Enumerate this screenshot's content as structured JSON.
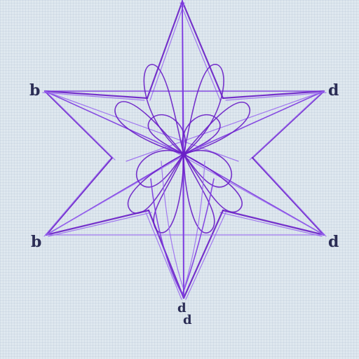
{
  "diagram": {
    "style": {
      "background": "#dfe8ef",
      "stroke_primary": "#6a1fc7",
      "stroke_secondary": "#7d3ae0",
      "stroke_light": "#9b6cf0",
      "label_color": "#2b2d55"
    },
    "labels": {
      "upper_left": "b",
      "upper_right": "d",
      "lower_left": "b",
      "lower_right": "d",
      "bottom_upper": "d",
      "bottom_lower": "d"
    }
  }
}
